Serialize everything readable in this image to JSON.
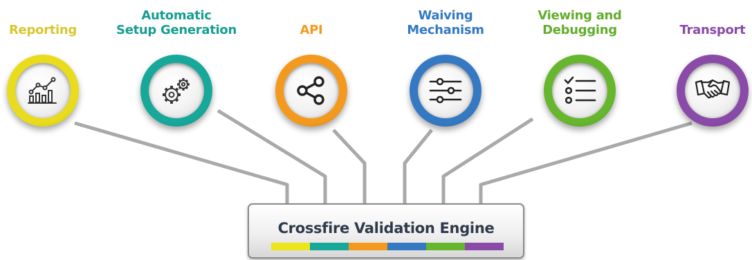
{
  "features": [
    {
      "key": "reporting",
      "lines": [
        "Reporting"
      ],
      "color": "#e8dc1c",
      "text_color": "#d8c632",
      "icon": "bar-chart-icon"
    },
    {
      "key": "setup",
      "lines": [
        "Automatic",
        "Setup Generation"
      ],
      "color": "#17a89a",
      "text_color": "#169e90",
      "icon": "gears-icon"
    },
    {
      "key": "api",
      "lines": [
        "API"
      ],
      "color": "#f39a1e",
      "text_color": "#f39a1e",
      "icon": "share-icon"
    },
    {
      "key": "waiving",
      "lines": [
        "Waiving",
        "Mechanism"
      ],
      "color": "#3479c2",
      "text_color": "#3479c2",
      "icon": "sliders-icon"
    },
    {
      "key": "viewing",
      "lines": [
        "Viewing and",
        "Debugging"
      ],
      "color": "#66b62e",
      "text_color": "#62ad2c",
      "icon": "checklist-icon"
    },
    {
      "key": "transport",
      "lines": [
        "Transport"
      ],
      "color": "#8a4aa8",
      "text_color": "#8a4aa8",
      "icon": "handshake-icon"
    }
  ],
  "engine": {
    "title": "Crossfire Validation Engine",
    "stripe_colors": [
      "#ece51c",
      "#17a89a",
      "#f39a1e",
      "#3479c2",
      "#66b62e",
      "#8a4aa8"
    ]
  },
  "line_color": "#a9a9a9"
}
